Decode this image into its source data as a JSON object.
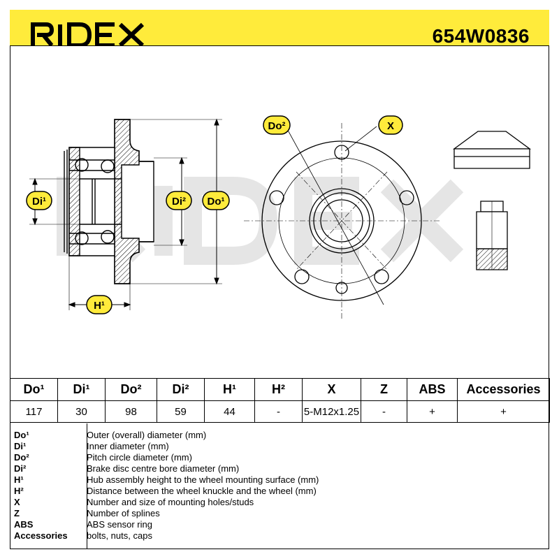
{
  "header": {
    "brand": "RIDEX",
    "part_number": "654W0836",
    "accent_color": "#ffeb3b"
  },
  "drawing": {
    "labels": {
      "di1": "Di¹",
      "di2": "Di²",
      "do1": "Do¹",
      "h1": "H¹",
      "do2": "Do²",
      "x": "X"
    },
    "watermark": "RIDEX"
  },
  "table": {
    "headers": [
      "Do¹",
      "Di¹",
      "Do²",
      "Di²",
      "H¹",
      "H²",
      "X",
      "Z",
      "ABS",
      "Accessories"
    ],
    "values": [
      "117",
      "30",
      "98",
      "59",
      "44",
      "-",
      "5-M12x1.25",
      "-",
      "+",
      "+"
    ]
  },
  "legend": [
    {
      "key": "Do¹",
      "desc": "Outer (overall) diameter (mm)"
    },
    {
      "key": "Di¹",
      "desc": "Inner diameter (mm)"
    },
    {
      "key": "Do²",
      "desc": "Pitch circle diameter (mm)"
    },
    {
      "key": "Di²",
      "desc": "Brake disc centre bore diameter (mm)"
    },
    {
      "key": "H¹",
      "desc": "Hub assembly height to the wheel mounting surface (mm)"
    },
    {
      "key": "H²",
      "desc": "Distance between the wheel knuckle and the wheel (mm)"
    },
    {
      "key": "X",
      "desc": "Number and size of mounting holes/studs"
    },
    {
      "key": "Z",
      "desc": "Number of splines"
    },
    {
      "key": "ABS",
      "desc": "ABS sensor ring"
    },
    {
      "key": "Accessories",
      "desc": "bolts, nuts, caps"
    }
  ]
}
